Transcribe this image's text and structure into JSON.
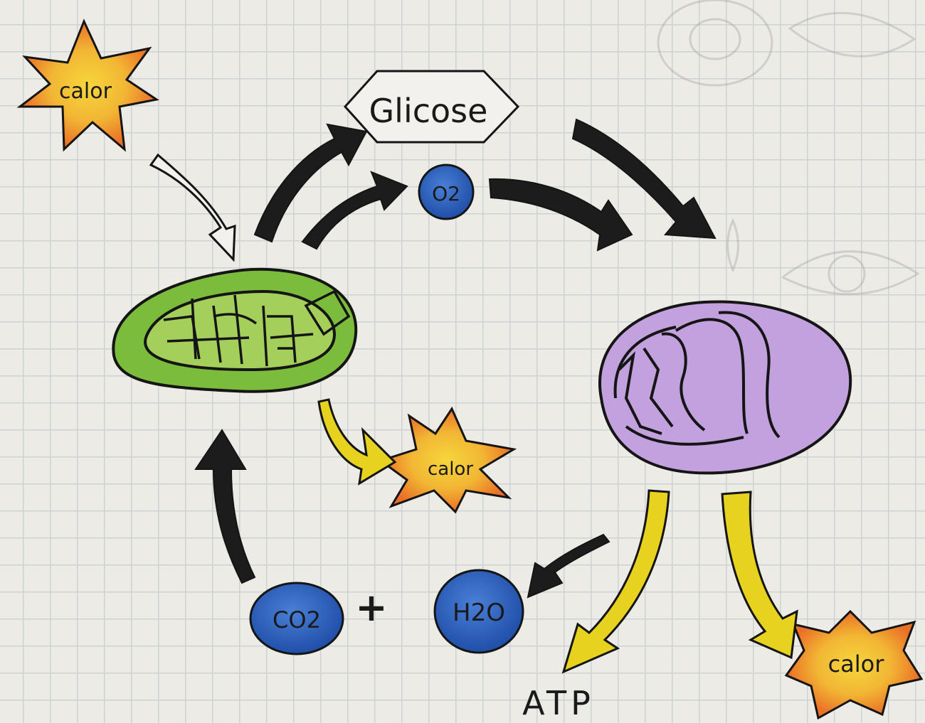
{
  "labels": {
    "glucose": "Glicose",
    "o2": "O2",
    "co2": "CO2",
    "h2o": "H2O",
    "plus": "+",
    "atp": "ATP",
    "heat_top": "calor",
    "heat_middle": "calor",
    "heat_bottom": "calor"
  },
  "colors": {
    "paper": "#ecebe6",
    "grid": "#cfd2d4",
    "chloroplast": "#7fbf3f",
    "mitochondrion": "#c3a3df",
    "molecule": "#2f63c0",
    "heat_outer": "#ec7a2a",
    "heat_inner": "#f3d23a",
    "arrow_dark": "#1c1c1c",
    "arrow_yellow": "#e7d21f"
  }
}
